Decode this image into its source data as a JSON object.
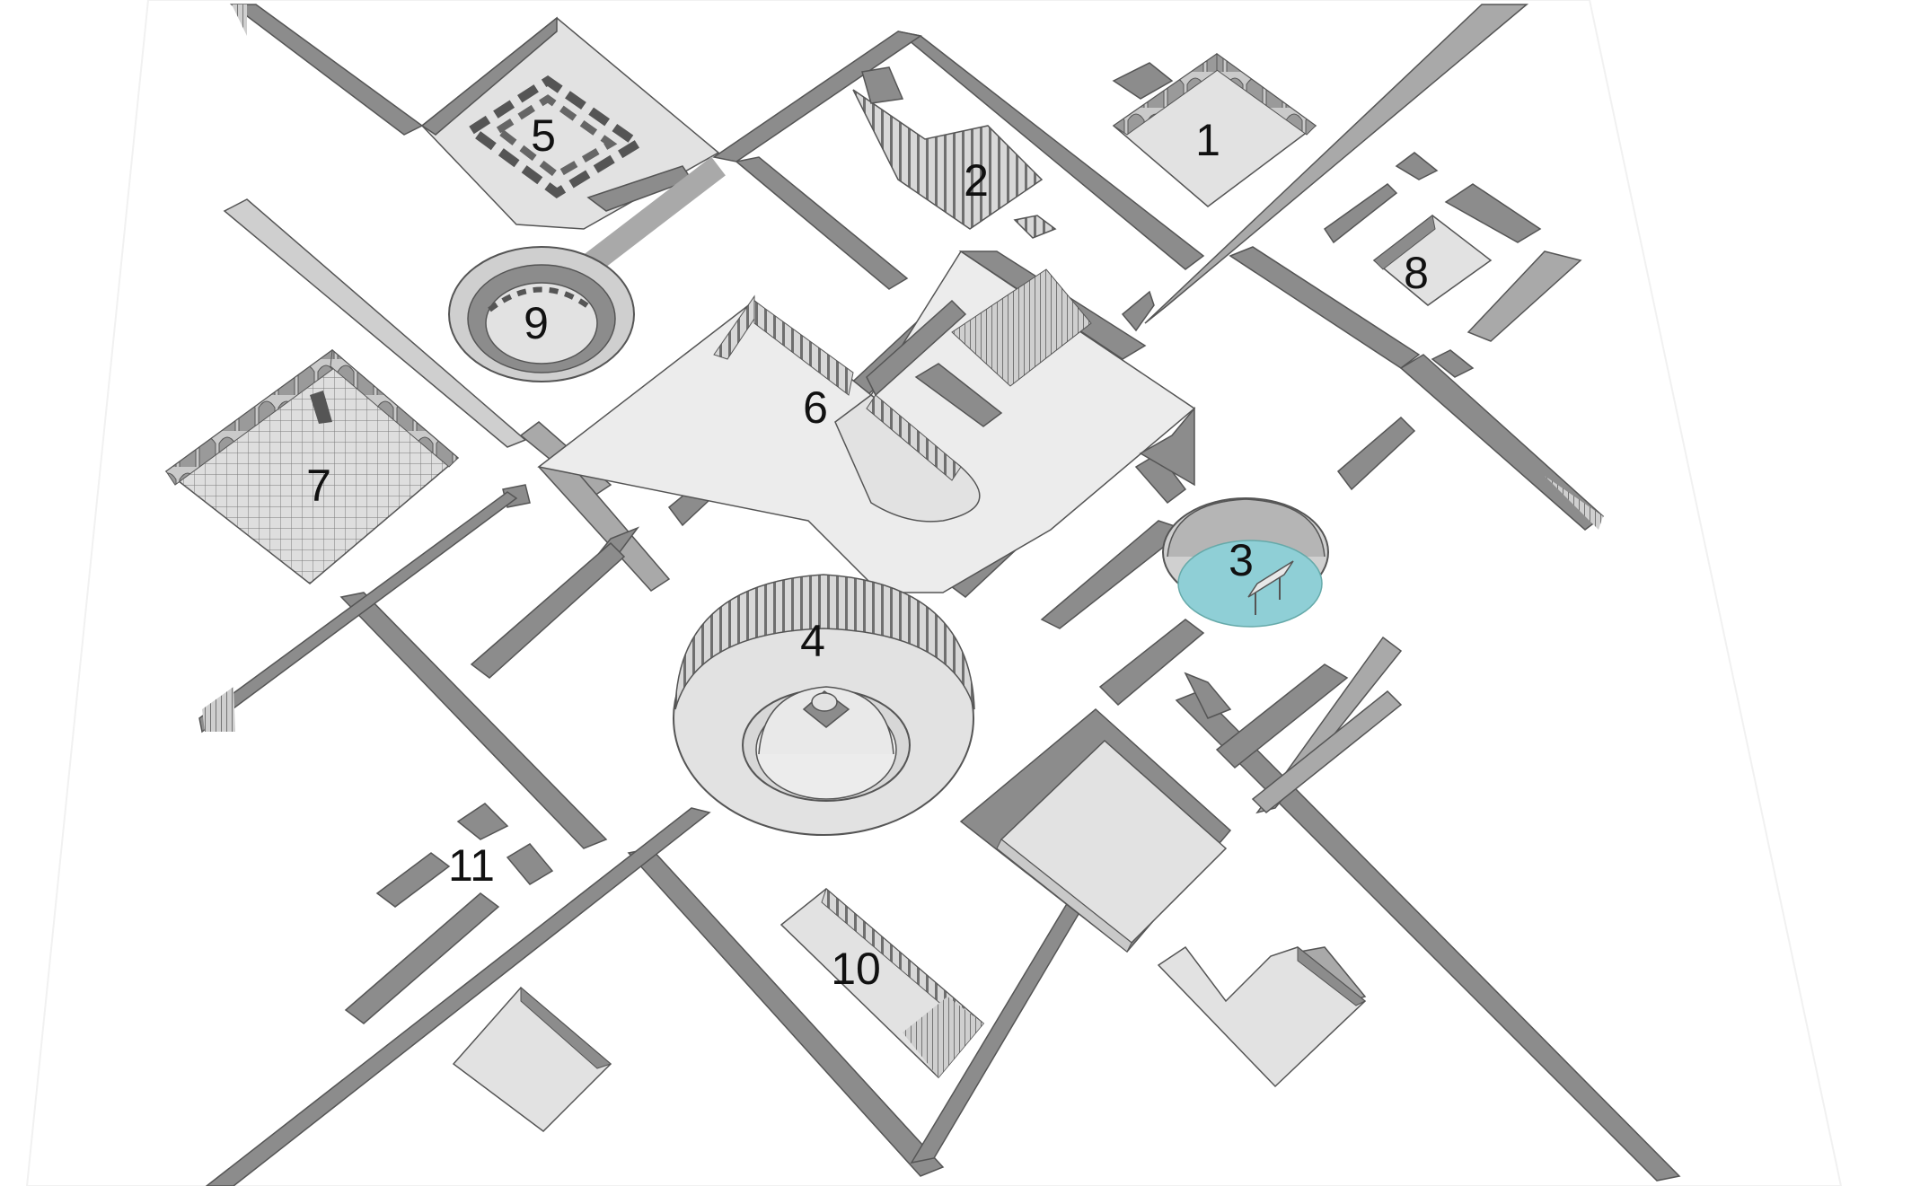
{
  "diagram": {
    "labels": [
      {
        "id": "1",
        "text": "1"
      },
      {
        "id": "2",
        "text": "2"
      },
      {
        "id": "3",
        "text": "3"
      },
      {
        "id": "4",
        "text": "4"
      },
      {
        "id": "5",
        "text": "5"
      },
      {
        "id": "6",
        "text": "6"
      },
      {
        "id": "7",
        "text": "7"
      },
      {
        "id": "8",
        "text": "8"
      },
      {
        "id": "9",
        "text": "9"
      },
      {
        "id": "10",
        "text": "10"
      },
      {
        "id": "11",
        "text": "11"
      }
    ],
    "colors": {
      "ground": "#ffffff",
      "floor": "#e2e2e2",
      "wall_dark": "#8c8c8c",
      "wall_mid": "#a9a9a9",
      "wall_light": "#c9c9c9",
      "outline": "#555555",
      "water": "#8fcfd6",
      "label": "#111111"
    }
  }
}
